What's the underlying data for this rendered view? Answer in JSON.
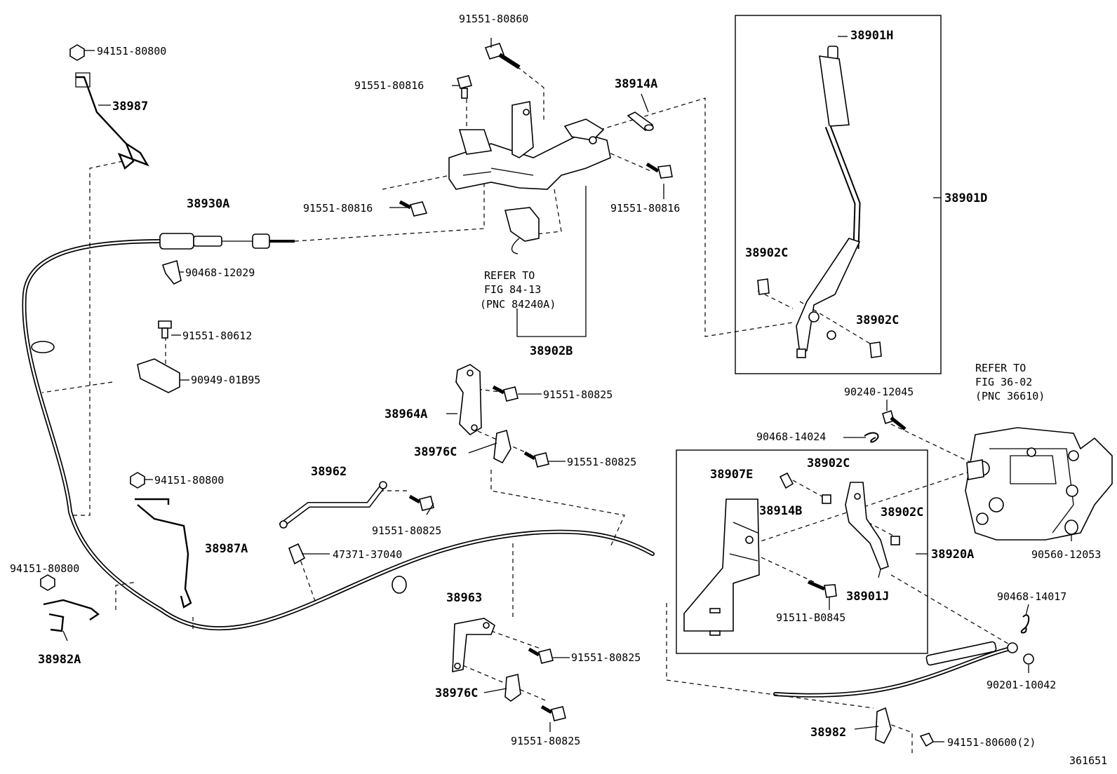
{
  "labels": {
    "p94151_80800_top": "94151-80800",
    "p38987": "38987",
    "p38930A": "38930A",
    "p90468_12029": "90468-12029",
    "p91551_80612": "91551-80612",
    "p90949_01B95": "90949-01B95",
    "p94151_80800_mid": "94151-80800",
    "p38987A": "38987A",
    "p94151_80800_low": "94151-80800",
    "p38982A": "38982A",
    "p91551_80860": "91551-80860",
    "p91551_80816_a": "91551-80816",
    "p38914A": "38914A",
    "p91551_80816_b": "91551-80816",
    "p91551_80816_c": "91551-80816",
    "refer1_line1": "REFER TO",
    "refer1_line2": "FIG 84-13",
    "refer1_line3": "(PNC 84240A)",
    "p38902B": "38902B",
    "p38901H": "38901H",
    "p38901D": "38901D",
    "p38902C_a": "38902C",
    "p38902C_b": "38902C",
    "p38964A": "38964A",
    "p91551_80825_a": "91551-80825",
    "p38976C_a": "38976C",
    "p91551_80825_b": "91551-80825",
    "p38962": "38962",
    "p91551_80825_c": "91551-80825",
    "p47371_37040": "47371-37040",
    "p38963": "38963",
    "p91551_80825_d": "91551-80825",
    "p38976C_b": "38976C",
    "p91551_80825_e": "91551-80825",
    "p38982": "38982",
    "p94151_80600": "94151-80600(2)",
    "refer2_line1": "REFER TO",
    "refer2_line2": "FIG 36-02",
    "refer2_line3": "(PNC 36610)",
    "p90240_12045": "90240-12045",
    "p90468_14024": "90468-14024",
    "p38907E": "38907E",
    "p38902C_c": "38902C",
    "p38914B": "38914B",
    "p38902C_d": "38902C",
    "p38920A": "38920A",
    "p90560_12053": "90560-12053",
    "p38901J": "38901J",
    "p91511_B0845": "91511-B0845",
    "p90468_14017": "90468-14017",
    "p90201_10042": "90201-10042",
    "figure_id": "361651"
  }
}
